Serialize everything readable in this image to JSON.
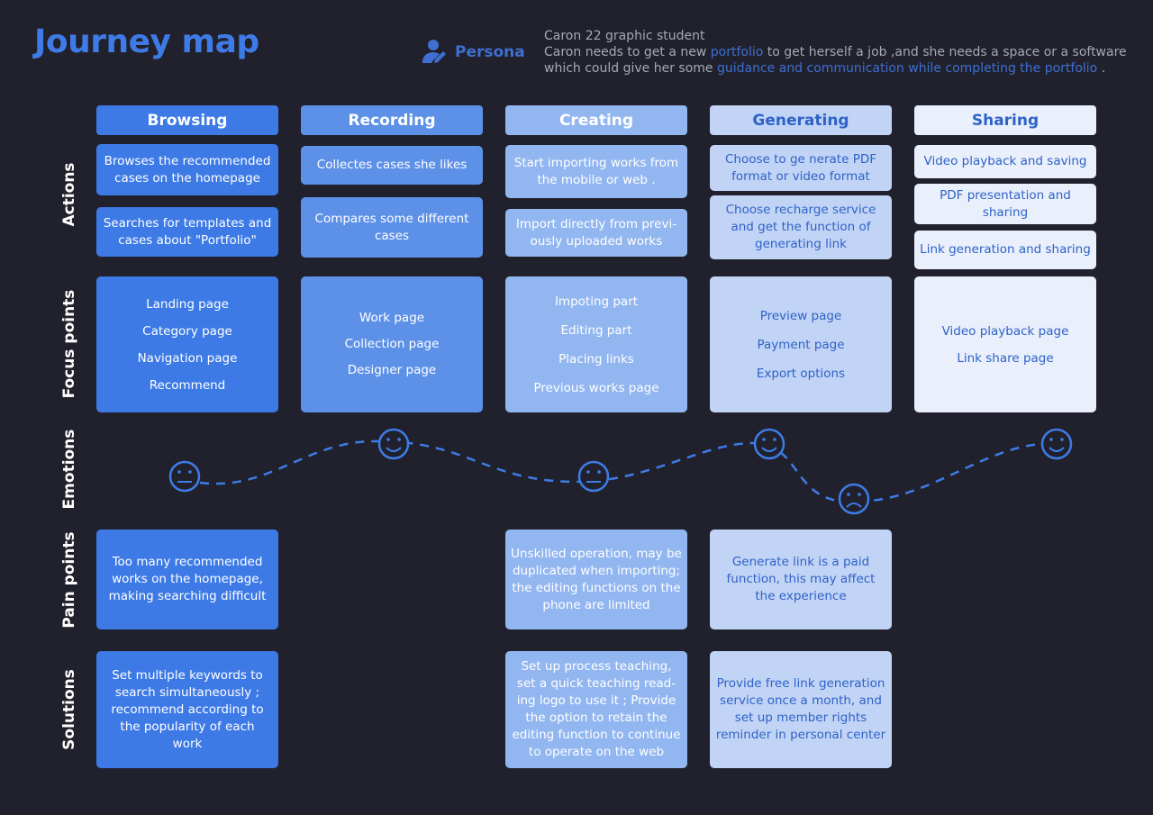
{
  "title": "Journey map",
  "persona": {
    "label": "Persona",
    "line1": "Caron 22 graphic student",
    "line2_a": "Caron needs to get a new ",
    "line2_hl": "portfolio",
    "line2_b": " to get herself a job ,and she needs a space or a software",
    "line3_a": "which could give her some ",
    "line3_hl": "guidance and communication while completing the portfolio",
    "line3_b": " ."
  },
  "row_labels": {
    "actions": "Actions",
    "focus": "Focus points",
    "emotions": "Emotions",
    "pain": "Pain points",
    "solutions": "Solutions"
  },
  "stages": [
    "Browsing",
    "Recording",
    "Creating",
    "Generating",
    "Sharing"
  ],
  "actions": {
    "browsing": [
      "Browses the recommended cases on the homepage",
      "Searches for templates and cases about \"Portfolio\""
    ],
    "recording": [
      "Collectes cases she likes",
      "Compares some  different cases"
    ],
    "creating": [
      "Start importing works from the mobile or web .",
      "Import directly from previ-ously uploaded works"
    ],
    "generating": [
      "Choose to ge  nerate PDF format or video format",
      "Choose recharge service and get the function of generating link"
    ],
    "sharing": [
      "Video playback and saving",
      "PDF presentation and sharing",
      "Link generation and sharing"
    ]
  },
  "focus": {
    "browsing": [
      "Landing page",
      "Category page",
      "Navigation page",
      "Recommend"
    ],
    "recording": [
      "Work page",
      "Collection page",
      "Designer page"
    ],
    "creating": [
      "Impoting part",
      "Editing part",
      "Placing links",
      "Previous works page"
    ],
    "generating": [
      "Preview page",
      "Payment page",
      "Export options"
    ],
    "sharing": [
      "Video playback page",
      "Link share page"
    ]
  },
  "emotions": [
    {
      "stage": "Browsing",
      "mood": "neutral"
    },
    {
      "stage": "Recording",
      "mood": "happy"
    },
    {
      "stage": "Creating",
      "mood": "neutral"
    },
    {
      "stage": "Generating",
      "mood": "happy"
    },
    {
      "stage": "Generating",
      "mood": "sad"
    },
    {
      "stage": "Sharing",
      "mood": "happy"
    }
  ],
  "pain_points": {
    "browsing": "Too many recommended works on the homepage, making searching difficult",
    "creating": "Unskilled operation, may be duplicated when importing; the editing functions on the phone are limited",
    "generating": "Generate link is a paid function, this may affect the experience"
  },
  "solutions": {
    "browsing": "Set multiple keywords to search simultaneously ; recommend according to the popularity of each work",
    "creating": "Set up process teaching, set a quick teaching read-ing logo to use it ; Provide the option to retain the editing function to continue to operate on the web",
    "generating": "Provide free link generation service once a month, and set up member rights reminder in personal center"
  },
  "colors": {
    "background": "#20212c",
    "accent": "#3f7be6",
    "stage1": "#3d7ae6",
    "stage2": "#5d91e8",
    "stage3": "#92b6f0",
    "stage4": "#c1d4f5",
    "stage5": "#e9effb"
  },
  "icons": {
    "persona": "user-edit-icon",
    "neutral": "neutral-face-icon",
    "happy": "smiling-face-icon",
    "sad": "frowning-face-icon"
  }
}
